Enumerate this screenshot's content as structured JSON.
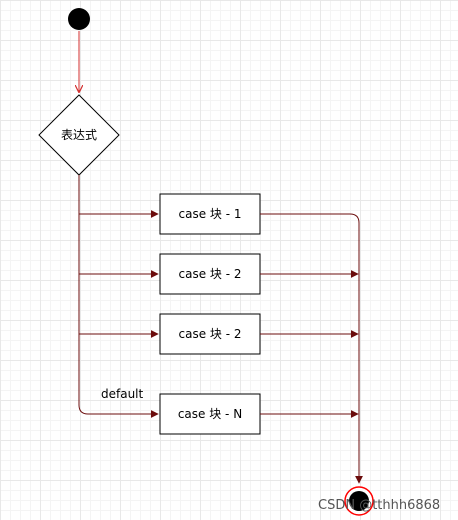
{
  "diagram": {
    "decision_label": "表达式",
    "default_label": "default",
    "case_blocks": [
      {
        "label": "case 块 - 1"
      },
      {
        "label": "case 块 - 2"
      },
      {
        "label": "case 块 - 2"
      },
      {
        "label": "case 块 - N"
      }
    ]
  },
  "watermark": "CSDN @tthhh6868",
  "colors": {
    "flow_line": "#6b0c0c",
    "start_arrow": "#d32f2f",
    "node_fill": "#000000",
    "box_border": "#000000",
    "box_fill": "#ffffff",
    "end_ring": "#ff0000"
  }
}
